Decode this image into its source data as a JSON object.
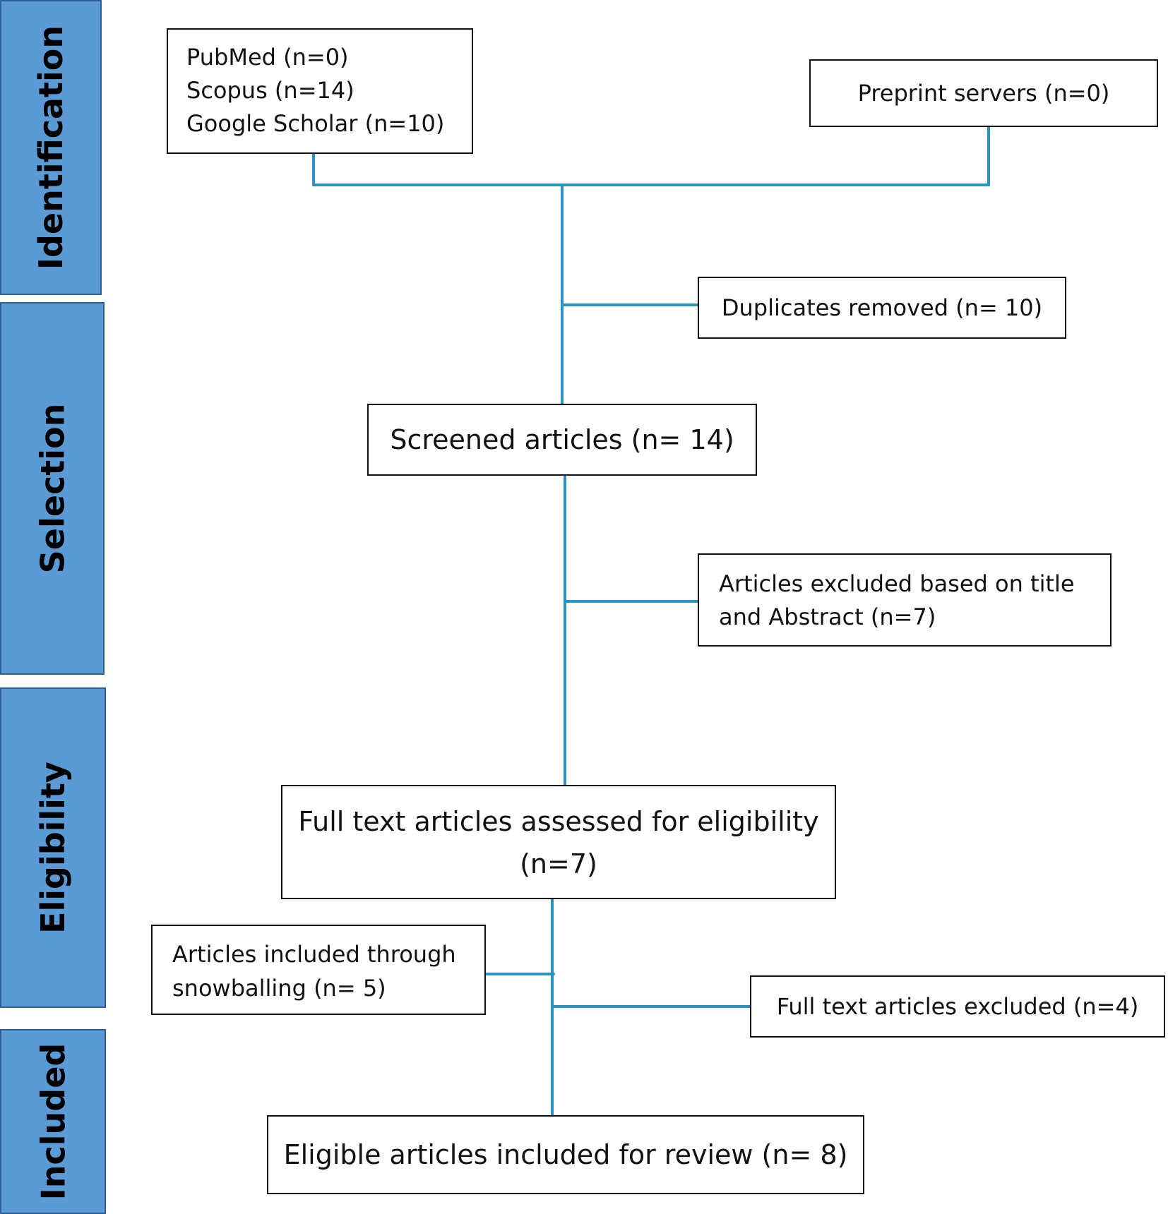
{
  "phases": {
    "identification": "Identification",
    "selection": "Selection",
    "eligibility": "Eligibility",
    "included": "Included"
  },
  "boxes": {
    "sources": [
      "PubMed (n=0)",
      "Scopus (n=14)",
      "Google Scholar (n=10)"
    ],
    "preprint": "Preprint servers (n=0)",
    "duplicates": "Duplicates removed (n= 10)",
    "screened": "Screened articles (n= 14)",
    "excluded_title_abstract": [
      "Articles excluded based on title",
      "and Abstract (n=7)"
    ],
    "fulltext_assessed": [
      "Full text articles assessed for eligibility",
      "(n=7)"
    ],
    "snowballing": [
      "Articles included through",
      "snowballing (n= 5)"
    ],
    "fulltext_excluded": "Full text articles excluded (n=4)",
    "eligible_included": "Eligible articles included for review (n= 8)"
  },
  "colors": {
    "phase_fill": "#5b9bd5",
    "phase_border": "#2f5f93",
    "connector": "#2b93c3",
    "box_border": "#111111"
  }
}
